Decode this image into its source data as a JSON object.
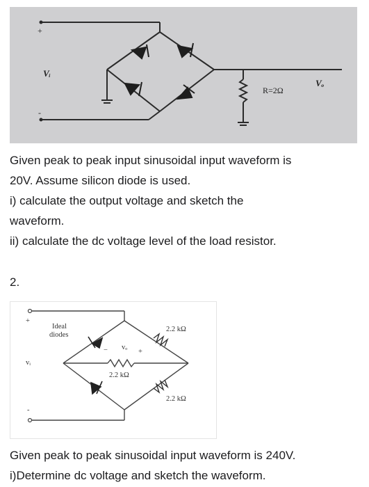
{
  "figure1": {
    "labels": {
      "plus": "+",
      "minus": "-",
      "vi": "Vᵢ",
      "r": "R=2Ω",
      "vo": "Vₒ"
    }
  },
  "block1": {
    "lines": [
      "Given peak to peak input sinusoidal input waveform is",
      "20V. Assume silicon diode is used.",
      "i) calculate the output voltage and sketch the",
      "waveform.",
      "ii) calculate the dc voltage level of the load resistor."
    ]
  },
  "question2_number": "2.",
  "figure2": {
    "labels": {
      "ideal": "Ideal",
      "diodes": "diodes",
      "plus": "+",
      "minus": "-",
      "vi": "vᵢ",
      "vo": "vₒ",
      "minus_mid": "−",
      "plus_mid": "+",
      "r_top": "2.2 kΩ",
      "r_mid": "2.2 kΩ",
      "r_bot": "2.2 kΩ"
    }
  },
  "block2": {
    "lines": [
      "Given peak to peak sinusoidal input waveform is 240V.",
      "i)Determine dc voltage and sketch the waveform."
    ]
  }
}
